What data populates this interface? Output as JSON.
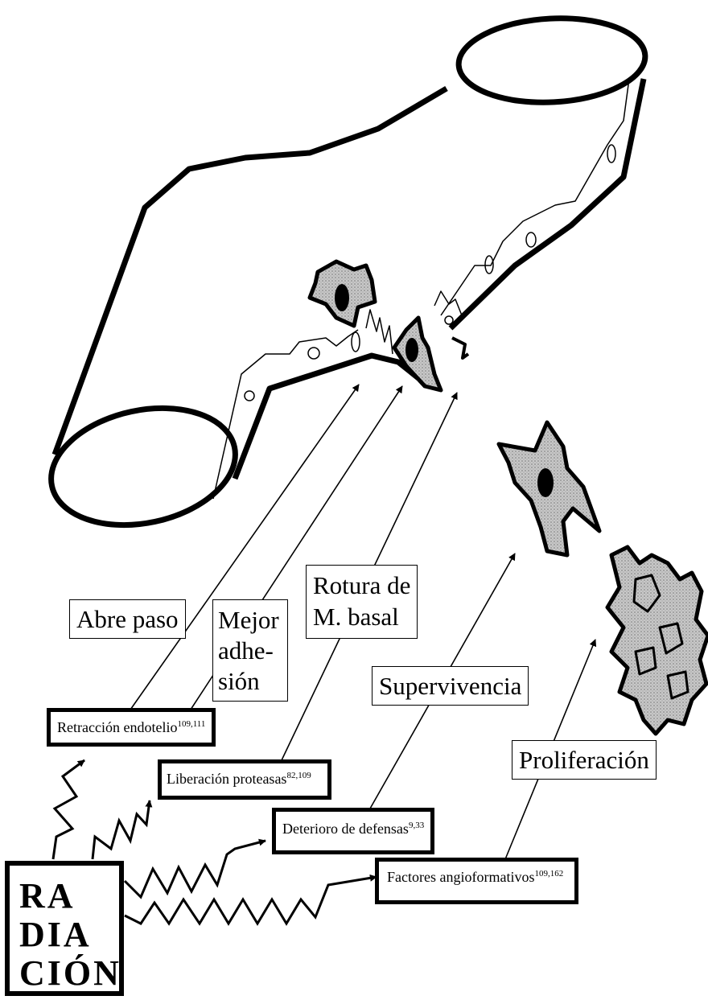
{
  "labels": {
    "abre_paso": "Abre paso",
    "mejor_adhesion": [
      "Mejor",
      "adhe-",
      "sión"
    ],
    "rotura": [
      "Rotura de",
      "M. basal"
    ],
    "supervivencia": "Supervivencia",
    "proliferacion": "Proliferación"
  },
  "causes": {
    "retraccion": {
      "text": "Retracción endotelio",
      "refs": "109,111"
    },
    "liberacion": {
      "text": "Liberación proteasas",
      "refs": "82,109"
    },
    "deterioro": {
      "text": "Deterioro de defensas",
      "refs": "9,33"
    },
    "factores": {
      "text": "Factores angioformativos",
      "refs": "109,162"
    }
  },
  "source": [
    "RA",
    "DIA",
    "CIÓN"
  ],
  "colors": {
    "line": "#000000",
    "cell_fill": "#bdbdbd",
    "background": "#ffffff"
  }
}
